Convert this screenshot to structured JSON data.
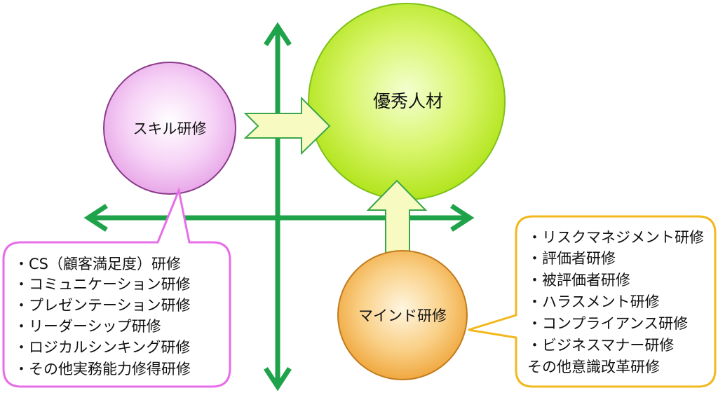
{
  "center": {
    "label": "優秀人材"
  },
  "skill": {
    "label": "スキル研修",
    "items": [
      "・CS（顧客満足度）研修",
      "・コミュニケーション研修",
      "・プレゼンテーション研修",
      "・リーダーシップ研修",
      "・ロジカルシンキング研修",
      "・その他実務能力修得研修"
    ]
  },
  "mind": {
    "label": "マインド研修",
    "items": [
      "・リスクマネジメント研修",
      "・評価者研修",
      "・被評価者研修",
      "・ハラスメント研修",
      "・コンプライアンス研修",
      "・ビジネスマナー研修",
      "その他意識改革研修"
    ]
  },
  "colors": {
    "axis": "#1fa34a",
    "center_fill": "#c8f03c",
    "center_stroke": "#7ec21a",
    "skill_fill": "#f4c6f4",
    "skill_stroke": "#8a3b8a",
    "skill_callout": "#e86de8",
    "mind_fill": "#f8bf6a",
    "mind_stroke": "#c27b1c",
    "mind_callout": "#f2b81e",
    "arrow_fill": "#f7fbc2",
    "arrow_stroke": "#3aa64a"
  }
}
